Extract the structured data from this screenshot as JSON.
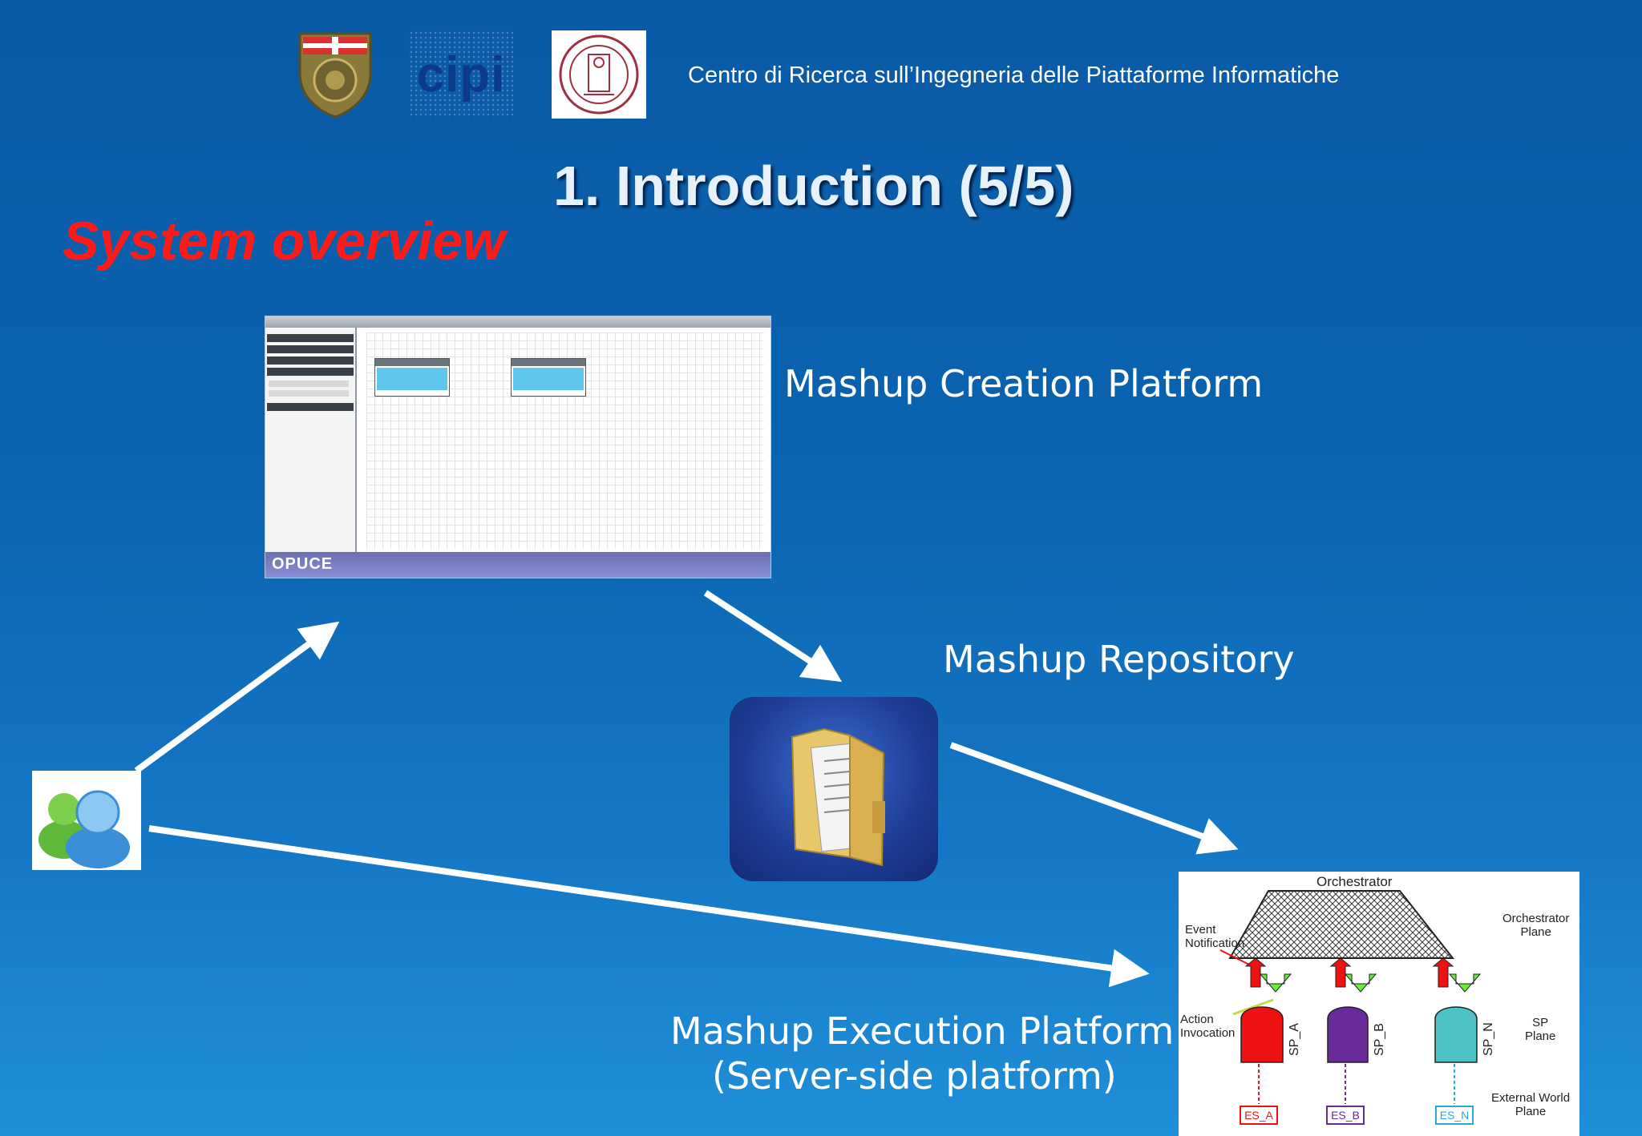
{
  "header": {
    "center_name": "Centro di Ricerca sull’Ingegneria delle Piattaforme Informatiche",
    "logos": {
      "cipi_text": "cipi"
    }
  },
  "slide": {
    "title": "1. Introduction (5/5)",
    "subtitle": "System overview"
  },
  "labels": {
    "creation_platform": "Mashup Creation Platform",
    "repository": "Mashup Repository",
    "execution_platform_line1": "Mashup Execution Platform",
    "execution_platform_line2": "(Server-side platform)"
  },
  "creation_screenshot": {
    "brand": "OPUCE"
  },
  "orchestrator_diagram": {
    "title": "Orchestrator",
    "orchestrator_plane": "Orchestrator\nPlane",
    "event_notification": "Event\nNotification",
    "action_invocation": "Action\nInvocation",
    "sp_plane": "SP\nPlane",
    "external_world_plane": "External World\nPlane",
    "service_providers": [
      "SP_A",
      "SP_B",
      "SP_N"
    ],
    "external_services": [
      "ES_A",
      "ES_B",
      "ES_N"
    ],
    "colors": {
      "sp_a": "#ee1111",
      "sp_b": "#6a2a9a",
      "sp_n": "#4cc2c4",
      "up_arrow": "#ee1111",
      "down_arrow": "#66ee33"
    }
  },
  "colors": {
    "background": "#0a63b0",
    "subtitle": "#ff1a1a",
    "arrows": "#ffffff"
  }
}
